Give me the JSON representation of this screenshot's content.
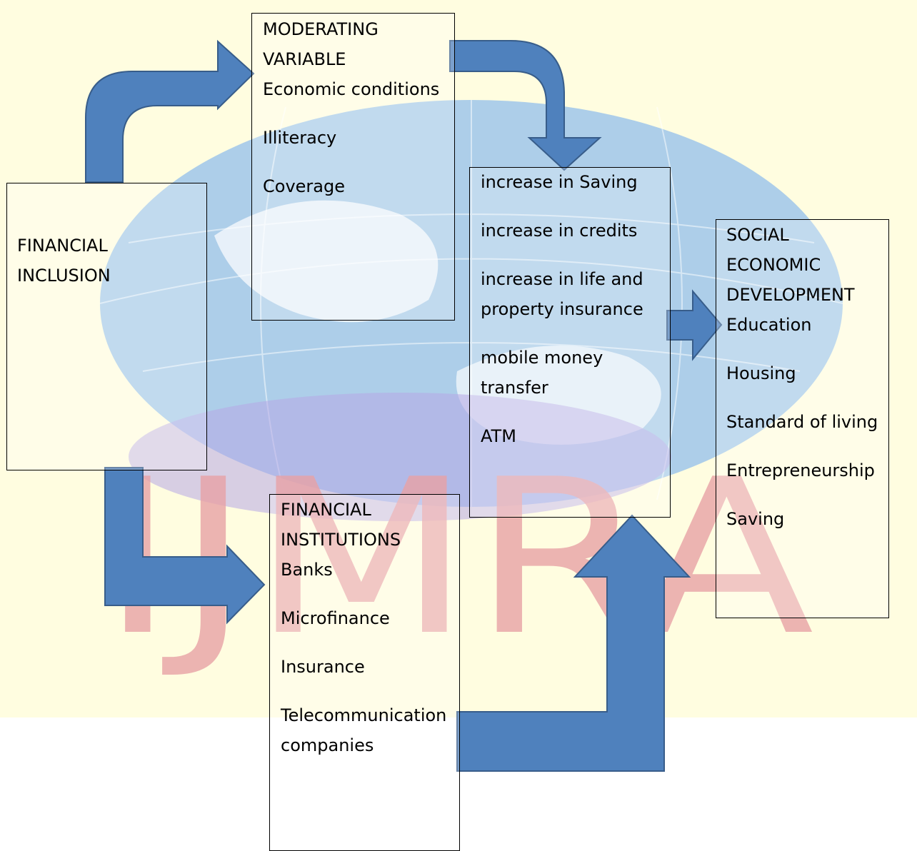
{
  "colors": {
    "arrow_fill": "#4F81BD",
    "arrow_stroke": "#385D8A",
    "watermark_band": "#FFFDE0",
    "watermark_globe": "#9FC6EA",
    "watermark_letters": "#E8A2A6",
    "watermark_purple": "#B7A8E6"
  },
  "watermark": {
    "letters": "IJMRA"
  },
  "boxes": {
    "financial_inclusion": {
      "title": "FINANCIAL\nINCLUSION"
    },
    "moderating_variable": {
      "title": "MODERATING\nVARIABLE",
      "items": [
        "Economic conditions",
        "Illiteracy",
        "Coverage"
      ]
    },
    "outcomes": {
      "items": [
        "increase  in Saving",
        "increase in credits",
        "increase in life and\nproperty insurance",
        "mobile money\ntransfer",
        "ATM"
      ]
    },
    "social_economic_development": {
      "title": "SOCIAL\nECONOMIC\nDEVELOPMENT",
      "items": [
        "Education",
        "Housing",
        "Standard of living",
        "Entrepreneurship",
        "Saving"
      ]
    },
    "financial_institutions": {
      "title": "FINANCIAL\nINSTITUTIONS",
      "items": [
        "Banks",
        "Microfinance",
        "Insurance",
        "Telecommunication\ncompanies"
      ]
    }
  }
}
